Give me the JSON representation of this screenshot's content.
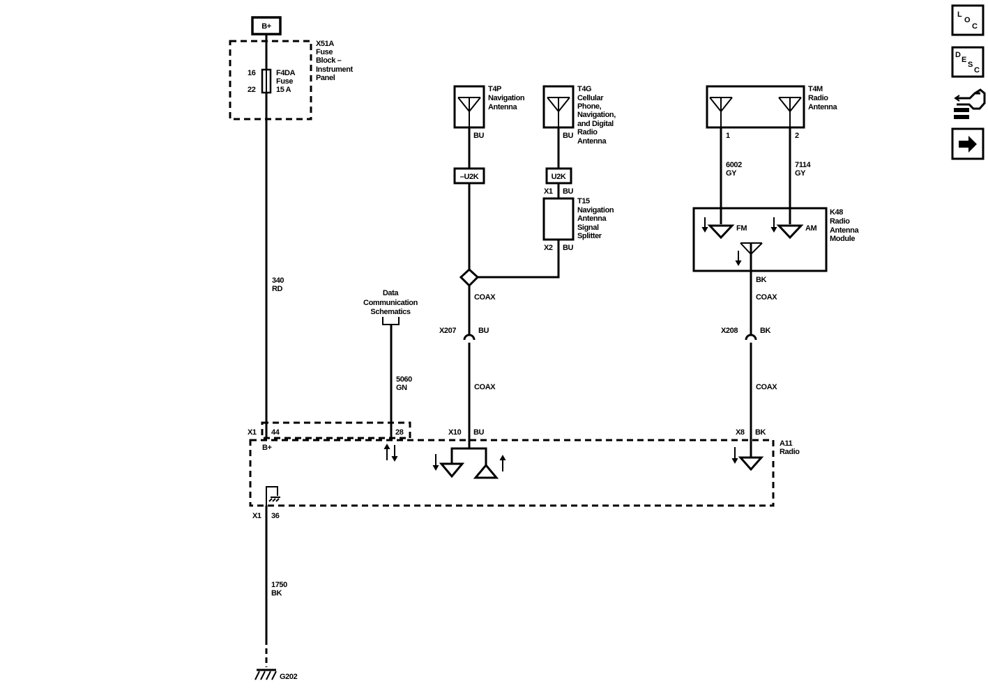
{
  "power": {
    "label": "B+"
  },
  "fuse_block": {
    "title": [
      "X51A",
      "Fuse",
      "Block –",
      "Instrument",
      "Panel"
    ],
    "pin_in": "16",
    "pin_out": "22",
    "fuse_name": [
      "F4DA",
      "Fuse",
      "15 A"
    ]
  },
  "wires": {
    "w340": [
      "340",
      "RD"
    ],
    "w5060": [
      "5060",
      "GN"
    ],
    "w1750": [
      "1750",
      "BK"
    ],
    "w6002": [
      "6002",
      "GY"
    ],
    "w7114": [
      "7114",
      "GY"
    ]
  },
  "data_comm": {
    "label": [
      "Data",
      "Communication",
      "Schematics"
    ]
  },
  "t4p": {
    "title": [
      "T4P",
      "Navigation",
      "Antenna"
    ],
    "color": "BU"
  },
  "t4g": {
    "title": [
      "T4G",
      "Cellular",
      "Phone,",
      "Navigation,",
      "and Digital",
      "Radio",
      "Antenna"
    ],
    "color": "BU"
  },
  "t4m": {
    "title": [
      "T4M",
      "Radio",
      "Antenna"
    ],
    "pin1": "1",
    "pin2": "2"
  },
  "u2k_left": "–U2K",
  "u2k_right": "U2K",
  "t15": {
    "title": [
      "T15",
      "Navigation",
      "Antenna",
      "Signal",
      "Splitter"
    ],
    "x1": "X1",
    "x1_color": "BU",
    "x2": "X2",
    "x2_color": "BU"
  },
  "k48": {
    "title": [
      "K48",
      "Radio",
      "Antenna",
      "Module"
    ],
    "fm": "FM",
    "am": "AM",
    "out_color": "BK"
  },
  "coax": "COAX",
  "x207": {
    "name": "X207",
    "color": "BU"
  },
  "x208": {
    "name": "X208",
    "color": "BK"
  },
  "radio": {
    "title": [
      "A11",
      "Radio"
    ],
    "x1": "X1",
    "pin44": "44",
    "pin28": "28",
    "bplus": "B+",
    "x10": "X10",
    "x10_color": "BU",
    "x8": "X8",
    "x8_color": "BK",
    "x1_bottom": "X1",
    "pin36": "36"
  },
  "ground": "G202",
  "nav_buttons": {
    "loc": [
      "L",
      "O",
      "C"
    ],
    "desc": [
      "D",
      "E",
      "S",
      "C"
    ]
  }
}
